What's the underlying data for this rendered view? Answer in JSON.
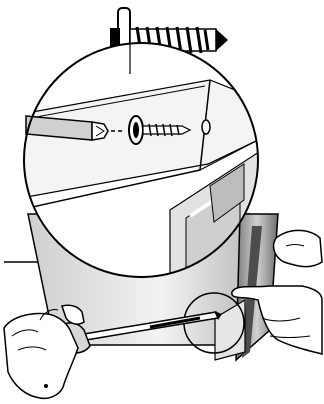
{
  "illustration": {
    "kind": "assembly-instruction",
    "parts": [
      "screw-detail",
      "magnified-detail",
      "cabinet-panel",
      "hands-with-screwdriver"
    ],
    "stroke_color": "#000000",
    "fill_light": "#f2f2f2",
    "fill_mid": "#d9d9d9",
    "fill_dark": "#9a9a9a"
  }
}
